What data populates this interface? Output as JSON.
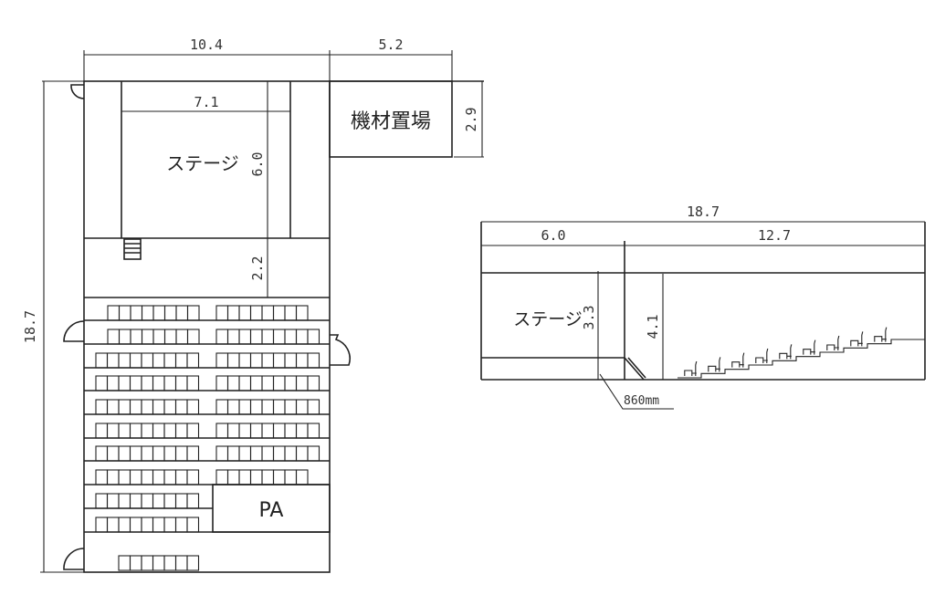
{
  "plan": {
    "dims": {
      "width_main": "10.4",
      "width_storage": "5.2",
      "depth_total": "18.7",
      "stage_width": "7.1",
      "stage_depth": "6.0",
      "front_gap": "2.2",
      "storage_depth": "2.9"
    },
    "labels": {
      "stage": "ステージ",
      "storage": "機材置場",
      "pa": "PA"
    }
  },
  "section": {
    "dims": {
      "total": "18.7",
      "stage_len": "6.0",
      "hall_len": "12.7",
      "stage_height": "3.3",
      "hall_height": "4.1",
      "step_height": "860mm"
    },
    "labels": {
      "stage": "ステージ"
    }
  }
}
